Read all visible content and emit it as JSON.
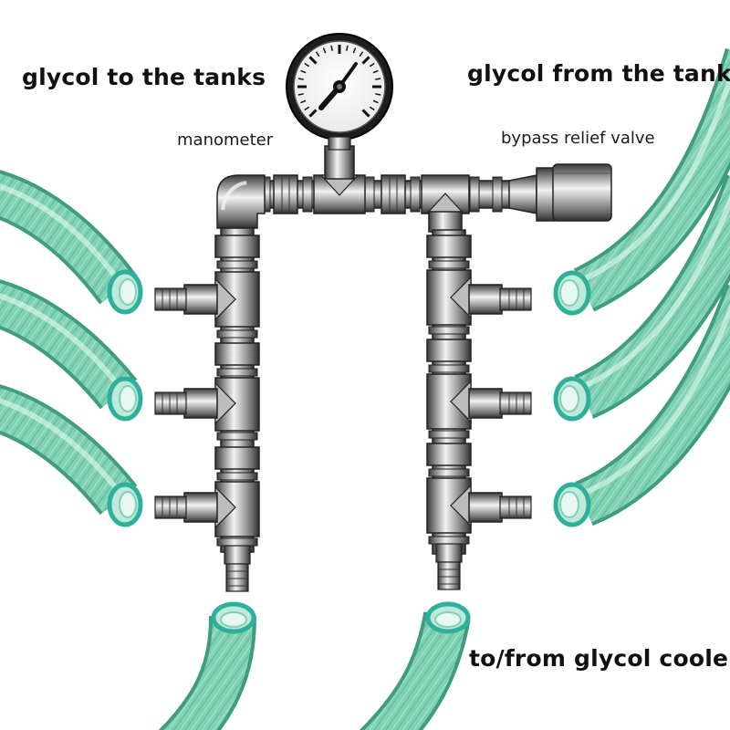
{
  "labels": {
    "to_tanks": "glycol to the tanks",
    "from_tanks": "glycol from the tanks",
    "manometer": "manometer",
    "bypass": "bypass relief valve",
    "cooler": "to/from glycol cooler"
  },
  "colors": {
    "hose": "#7fd2b3",
    "hose_dark": "#3f9c80",
    "hose_light": "#c6efe0",
    "hose_rim": "#2fb09a",
    "metal_dark": "#3a3a3a",
    "metal_mid": "#8a8a8a",
    "metal_light": "#e6e6e6",
    "text": "#111111"
  },
  "icons": [
    "pressure-gauge-icon",
    "hose-icon",
    "barb-fitting-icon",
    "tee-fitting-icon",
    "elbow-fitting-icon",
    "union-nut-icon",
    "relief-valve-icon"
  ]
}
